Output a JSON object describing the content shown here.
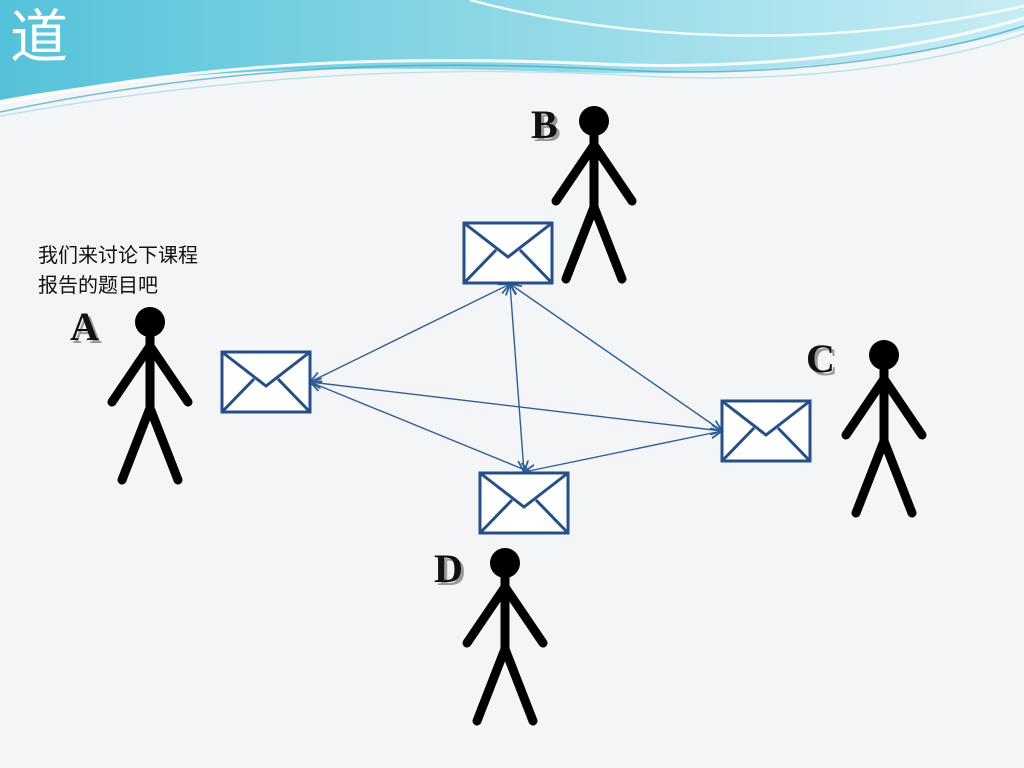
{
  "slide": {
    "title": "道"
  },
  "speech_bubble": {
    "lines": [
      "我们来讨论下课程",
      "报告的题目吧"
    ]
  },
  "people": [
    {
      "id": "A",
      "label": "A"
    },
    {
      "id": "B",
      "label": "B"
    },
    {
      "id": "C",
      "label": "C"
    },
    {
      "id": "D",
      "label": "D"
    }
  ],
  "colors": {
    "envelope_stroke": "#254f86",
    "arrow": "#2e5f96",
    "person": "#000000",
    "header_wave": "#5fc7dc"
  },
  "icons": [
    "envelope-icon",
    "stick-figure-icon"
  ]
}
